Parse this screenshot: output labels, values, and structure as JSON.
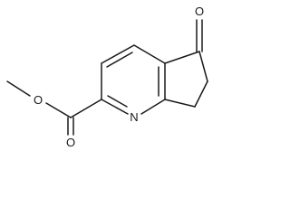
{
  "molecule": {
    "atoms": {
      "ring_oxygen_ketone": "O",
      "pyridine_nitrogen": "N",
      "ester_ether_oxygen": "O",
      "ester_carbonyl_oxygen": "O"
    },
    "colors": {
      "bond": "#1a1a1a",
      "label": "#1a1a1a",
      "background": "#ffffff"
    }
  }
}
